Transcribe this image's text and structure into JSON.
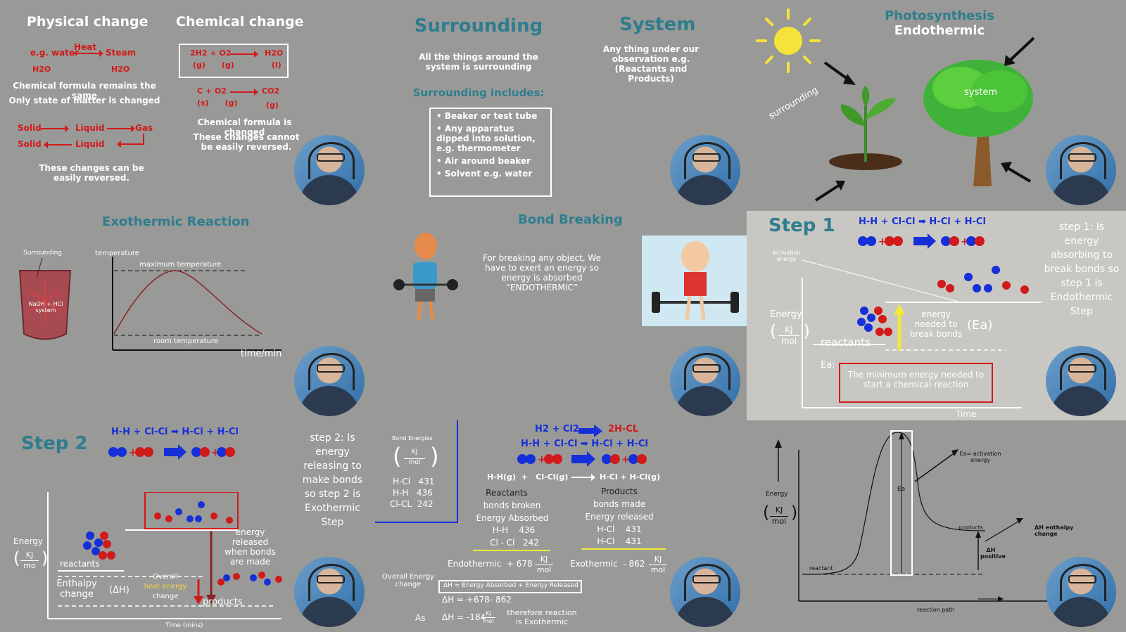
{
  "physical": {
    "title": "Physical change",
    "eg": "e.g. water",
    "heat": "Heat",
    "steam": "Steam",
    "h2o_a": "H2O",
    "h2o_b": "H2O",
    "line1": "Chemical formula remains the same",
    "line2": "Only state of matter is changed",
    "solid1": "Solid",
    "liquid1": "Liquid",
    "gas": "Gas",
    "solid2": "Solid",
    "liquid2": "Liquid",
    "note": "These changes can be easily reversed."
  },
  "chemical": {
    "title": "Chemical change",
    "eq1_left": "2H2 + O2",
    "eq1_right": "H2O",
    "eq1_states_left": "(g)      (g)",
    "eq1_state_right": "(l)",
    "eq2_left": "C + O2",
    "eq2_right": "CO2",
    "eq2_states_left": "(s)      (g)",
    "eq2_state_right": "(g)",
    "line1": "Chemical formula is changed",
    "line2": "These changes cannot be easily reversed."
  },
  "surrounding": {
    "title": "Surrounding",
    "desc": "All the things around the system is surrounding",
    "includes_title": "Surrounding includes:",
    "items": [
      "Beaker or test tube",
      "Any apparatus dipped into solution, e.g. thermometer",
      "Air around beaker",
      "Solvent e.g. water"
    ]
  },
  "system": {
    "title": "System",
    "desc": "Any thing under our observation e.g. (Reactants and Products)"
  },
  "photosynthesis": {
    "title1": "Photosynthesis",
    "title2": "Endothermic",
    "surrounding_label": "surrounding",
    "system_label": "system"
  },
  "exothermic": {
    "title": "Exothermic Reaction",
    "beaker_label": "Surrounding",
    "beaker_content": "NaOH + HCl system",
    "ylabel": "temperature",
    "max_label": "maximum temperature",
    "room_label": "room temperature",
    "xlabel": "time/min"
  },
  "bond_breaking": {
    "title": "Bond Breaking",
    "text": "For breaking any object, We have to exert an energy so energy is absorbed “ENDOTHERMIC”"
  },
  "step1": {
    "title": "Step 1",
    "equation": "H-H + Cl-Cl ➡ H-Cl + H-Cl",
    "activation": "Activation energy",
    "energy_label": "Energy",
    "unit_num": "KJ",
    "unit_den": "mol",
    "reactants": "reactants",
    "energy_needed": "energy needed to break bonds",
    "ea_symbol": "(Ea)",
    "ea_label": "Ea:",
    "ea_def": "The minimum energy needed to start a chemical reaction",
    "time": "Time",
    "side": "step 1: Is energy absorbing to break bonds so step 1 is Endothermic Step"
  },
  "step2": {
    "title": "Step 2",
    "equation": "H-H + Cl-Cl ➡ H-Cl + H-Cl",
    "energy_label": "Energy",
    "unit_num": "KJ",
    "unit_den": "mo",
    "reactants": "reactants",
    "released": "energy released when bonds are made",
    "enthalpy": "Enthalpy change",
    "dh": "(ΔH)",
    "overall1": "Overall",
    "heat_energy": "heat energy",
    "change": "change",
    "products": "products",
    "time": "Time (mins)",
    "side": "step 2: Is energy releasing to make bonds so step 2 is Exothermic Step"
  },
  "bond_energies": {
    "title": "Bond Energies",
    "unit_num": "KJ",
    "unit_den": "mol",
    "rows": [
      "H-Cl   431",
      "H-H   436",
      "Cl-CL  242"
    ]
  },
  "calc": {
    "eq_a_left": "H2 + Cl2",
    "eq_a_right": "2H-CL",
    "eq_b": "H-H + Cl-Cl ➡ H-Cl + H-Cl",
    "gas_eq_left": "H-H(g)  +   Cl-Cl(g)",
    "gas_eq_right": "H-Cl + H-Cl(g)",
    "reactants": "Reactants",
    "bonds_broken": "bonds broken",
    "energy_absorbed": "Energy Absorbed",
    "hh": "H-H    436",
    "clcl": "Cl - Cl   242",
    "endo": "Endothermic  + 678",
    "products": "Products",
    "bonds_made": "bonds made",
    "energy_released": "Energy released",
    "hcl1": "H-Cl    431",
    "hcl2": "H-Cl    431",
    "exo": "Exothermic  - 862",
    "unit_num": "KJ",
    "unit_den": "mol",
    "overall": "Overall Energy change",
    "dh_box": "ΔH =  Energy Absorbed + Energy Released",
    "dh_line1": "ΔH = +678- 862",
    "as": "As",
    "dh_line2": "ΔH = -184",
    "therefore": "therefore reaction is Exothermic"
  },
  "profile": {
    "energy_label": "Energy",
    "unit_num": "KJ",
    "unit_den": "mol",
    "ea": "Ea",
    "ea_note": "Ea= activation energy",
    "products": "products",
    "dh_positive": "ΔH positive",
    "enthalpy_note": "ΔH enthalpy change",
    "reactant": "reactant",
    "reaction_path": "reaction path"
  },
  "colors": {
    "background": "#999a98",
    "title_teal": "#2e7d8e",
    "accent_red": "#d11a1a",
    "accent_blue": "#1530d8"
  }
}
